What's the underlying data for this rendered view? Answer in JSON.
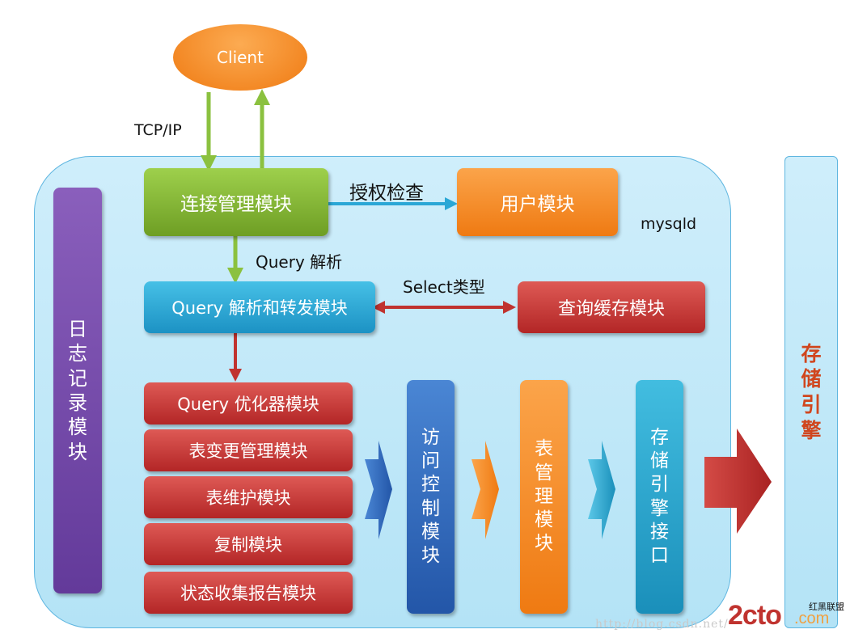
{
  "client": "Client",
  "protocol_label": "TCP/IP",
  "server_label": "mysqld",
  "connection_module": "连接管理模块",
  "auth_label": "授权检查",
  "user_module": "用户模块",
  "query_parse_label": "Query 解析",
  "parse_dispatch_module": "Query 解析和转发模块",
  "select_label": "Select类型",
  "query_cache_module": "查询缓存模块",
  "log_module": "日志记录模块",
  "stacked_modules": {
    "optimizer": "Query 优化器模块",
    "table_change": "表变更管理模块",
    "table_maintenance": "表维护模块",
    "replication": "复制模块",
    "status_report": "状态收集报告模块"
  },
  "access_control_module": "访问控制模块",
  "table_manager_module": "表管理模块",
  "storage_interface_module": "存储引擎接口",
  "storage_engine": "存储引擎",
  "watermark_url": "http://blog.csdn.net/",
  "logo_text": "2cto",
  "logo_suffix": ".com",
  "logo_cn": "红黑联盟",
  "colors": {
    "green": "#8bc13f",
    "orange": "#f58b1f",
    "blue": "#2aa7d6",
    "red": "#c0332f",
    "purple": "#7a4ca8",
    "dark_blue": "#2e6cc0",
    "storage_text": "#d0461e"
  }
}
